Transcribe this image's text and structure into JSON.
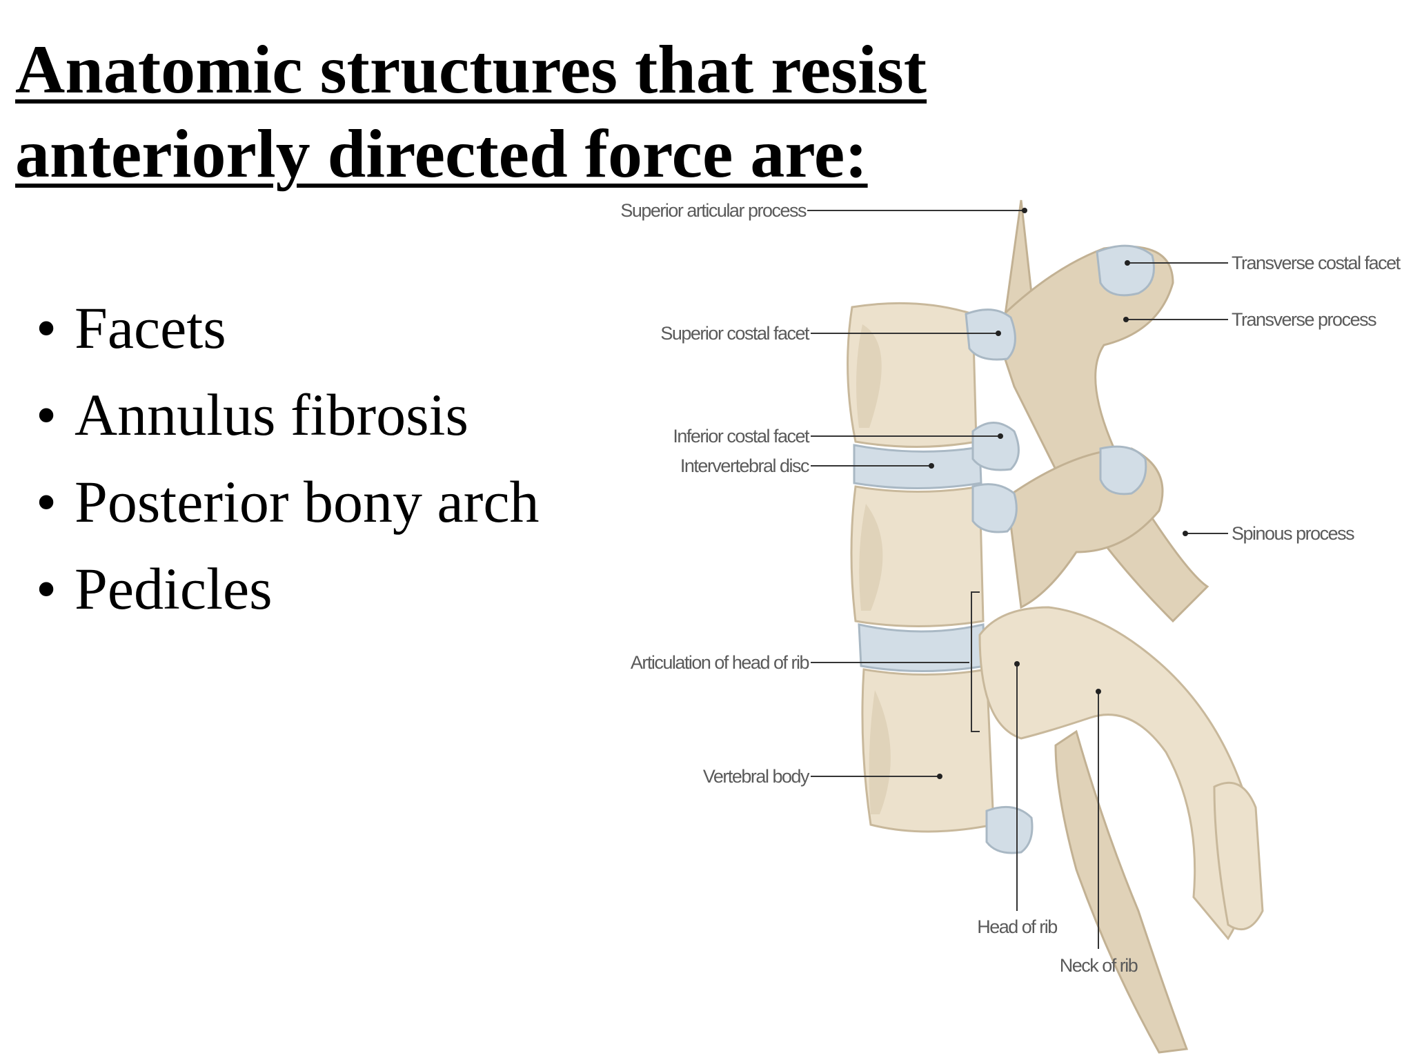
{
  "slide": {
    "title_line1": "Anatomic structures that resist",
    "title_line2": "anteriorly directed force are:",
    "bullets": [
      "Facets",
      "Annulus fibrosis",
      "Posterior bony arch",
      "Pedicles"
    ]
  },
  "figure": {
    "labels": {
      "superior_articular_process": "Superior articular process",
      "superior_costal_facet": "Superior costal facet",
      "inferior_costal_facet": "Inferior costal facet",
      "intervertebral_disc": "Intervertebral disc",
      "articulation_of_head_of_rib": "Articulation of head of rib",
      "vertebral_body": "Vertebral body",
      "transverse_costal_facet": "Transverse costal facet",
      "transverse_process": "Transverse process",
      "spinous_process": "Spinous process",
      "head_of_rib": "Head of rib",
      "neck_of_rib": "Neck of rib"
    }
  }
}
